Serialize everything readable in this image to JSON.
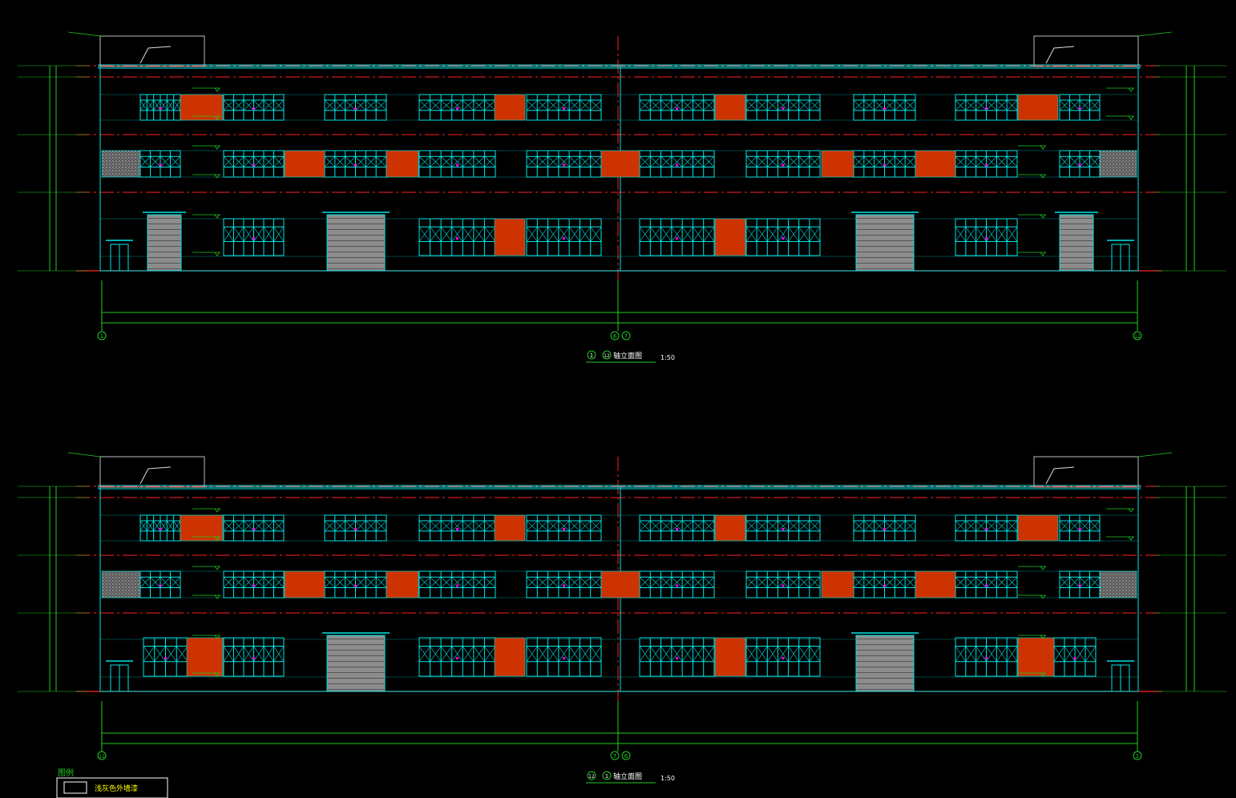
{
  "colors": {
    "background": "#000000",
    "building_outline": "#00e5e5",
    "axis_line": "#ff2020",
    "dim_line": "#22cc22",
    "accent_panel": "#cc3300",
    "door": "#8a8a8a",
    "stone": "#9a9a9a",
    "glass_dot": "#ff00ff",
    "text": "#ffffff",
    "label_yellow": "#ffff00"
  },
  "elevation_top": {
    "axis_start": "1",
    "axis_mid_left": "6",
    "axis_mid_right": "7",
    "axis_end": "12",
    "title_symbol_a": "1",
    "title_symbol_b": "12",
    "title": "轴立面图",
    "scale": "1:50"
  },
  "elevation_bottom": {
    "axis_start": "12",
    "axis_mid_left": "7",
    "axis_mid_right": "6",
    "axis_end": "1",
    "title_symbol_a": "12",
    "title_symbol_b": "1",
    "title": "轴立面图",
    "scale": "1:50"
  },
  "legend": {
    "heading": "图例",
    "item_label": "浅灰色外墙漆"
  }
}
